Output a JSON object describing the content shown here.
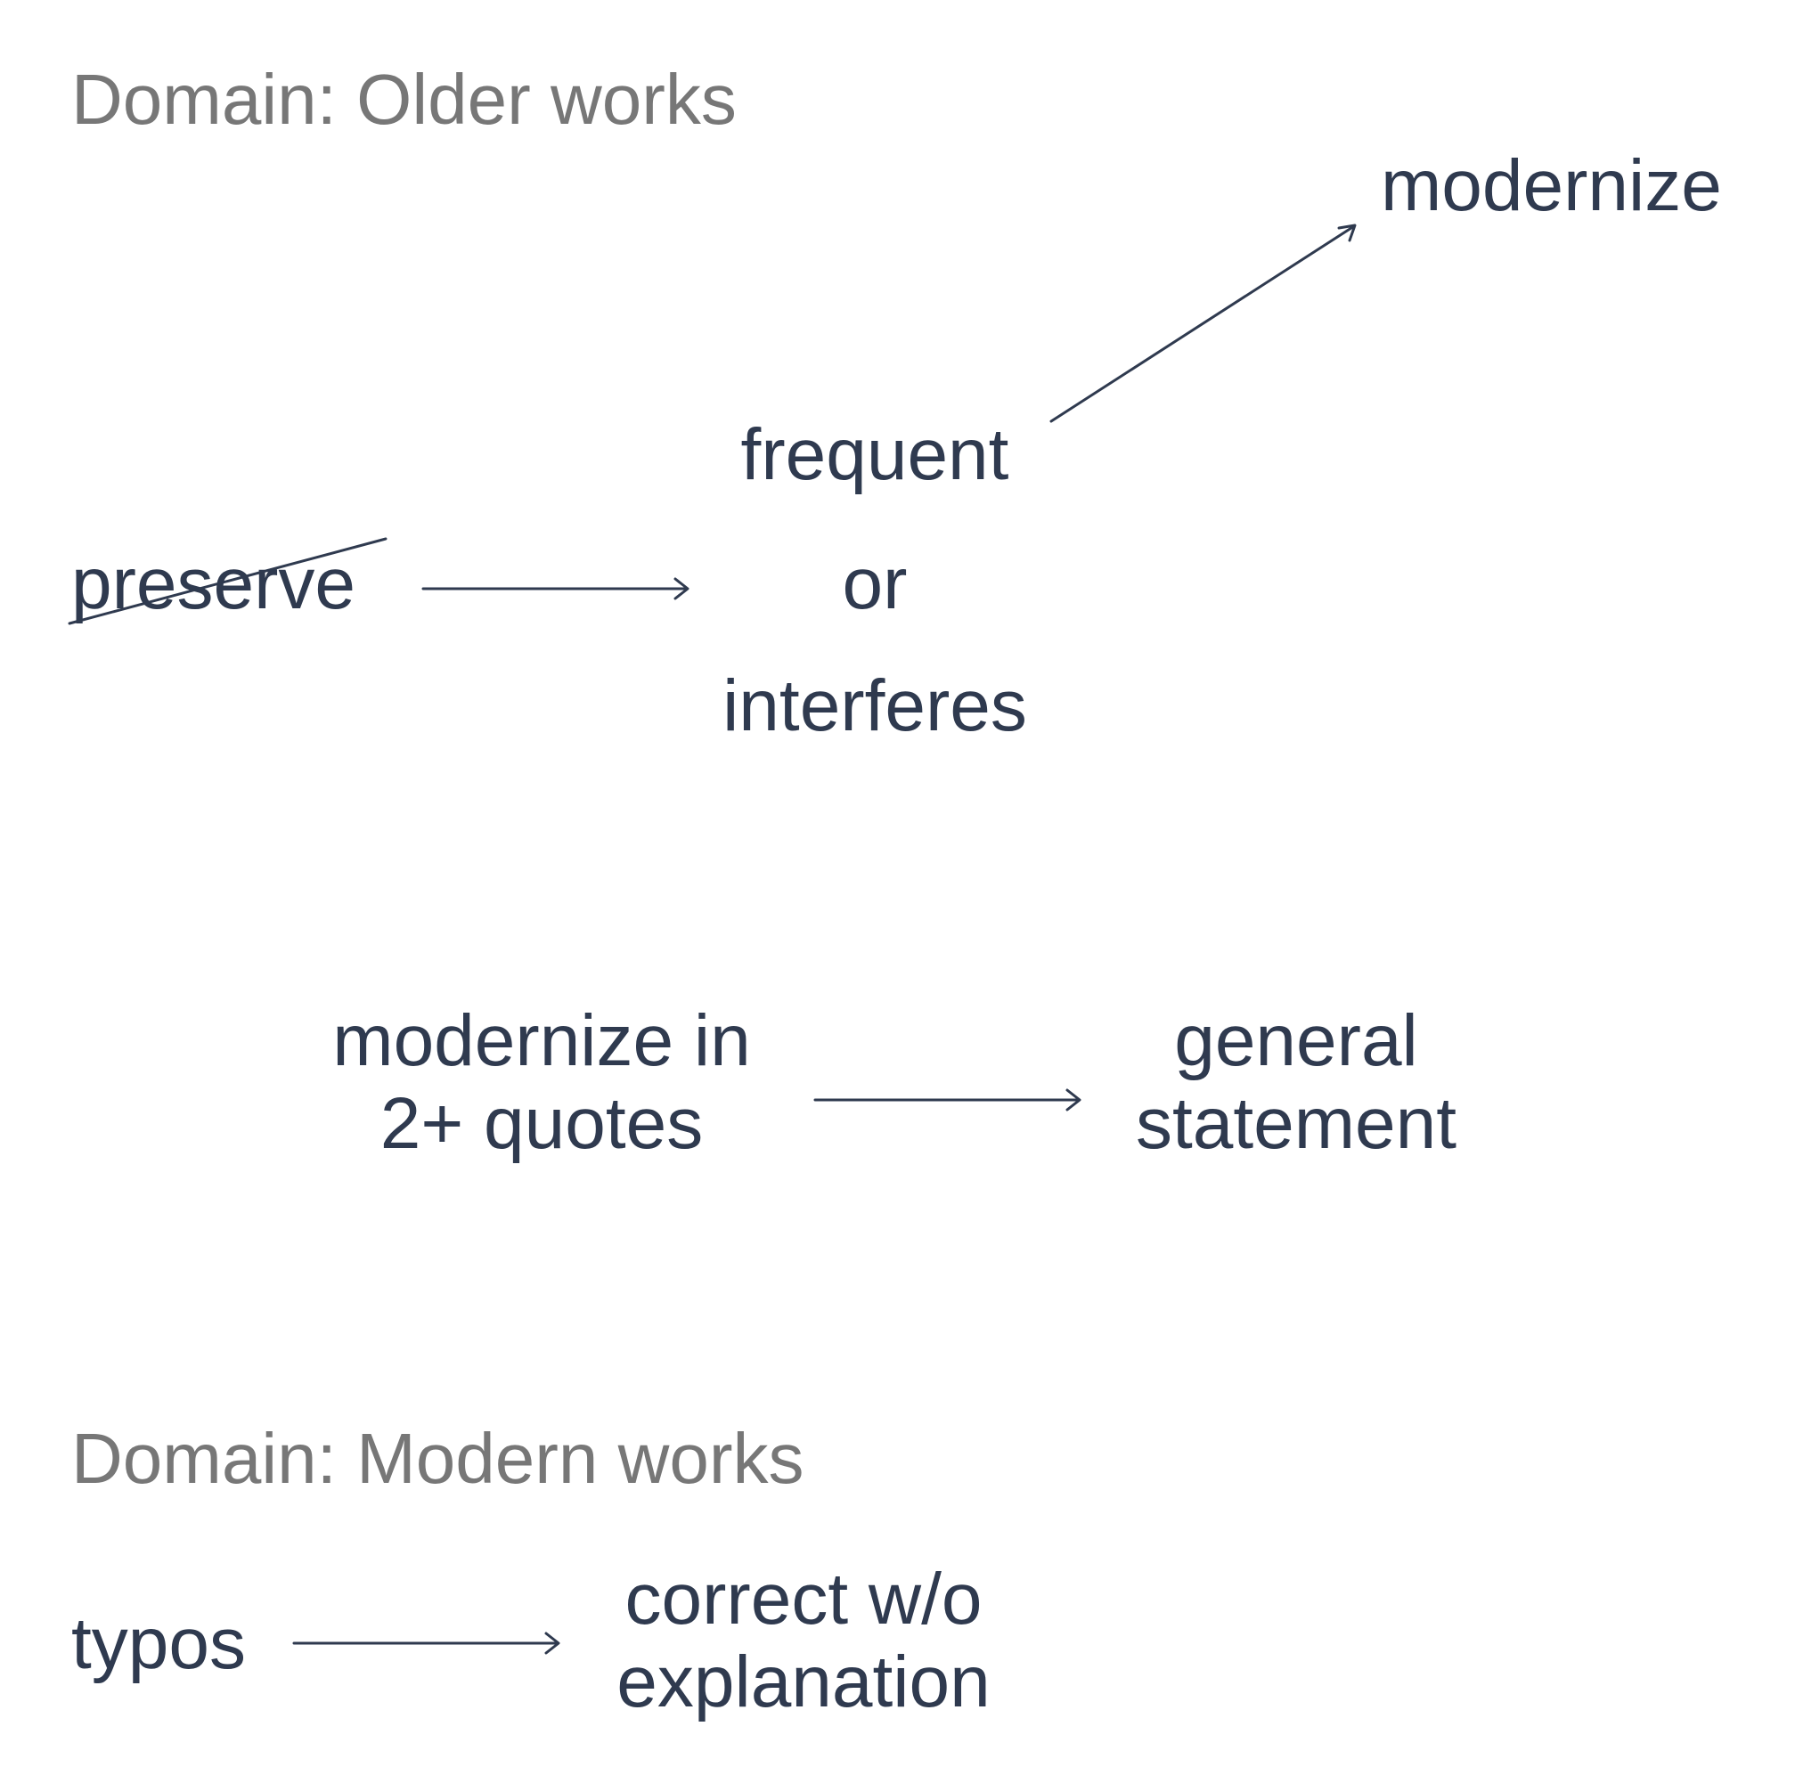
{
  "section_older": {
    "heading": "Domain: Older works",
    "preserve": "preserve",
    "frequent": "frequent",
    "or": "or",
    "interferes": "interferes",
    "modernize": "modernize",
    "modernize_quotes_line1": "modernize in",
    "modernize_quotes_line2": "2+ quotes",
    "general_line1": "general",
    "general_line2": "statement"
  },
  "section_modern": {
    "heading": "Domain: Modern works",
    "typos": "typos",
    "correct_line1": "correct w/o",
    "correct_line2": "explanation"
  },
  "colors": {
    "text": "#2f3a4f",
    "heading": "#777777",
    "line": "#2f3a4f"
  }
}
